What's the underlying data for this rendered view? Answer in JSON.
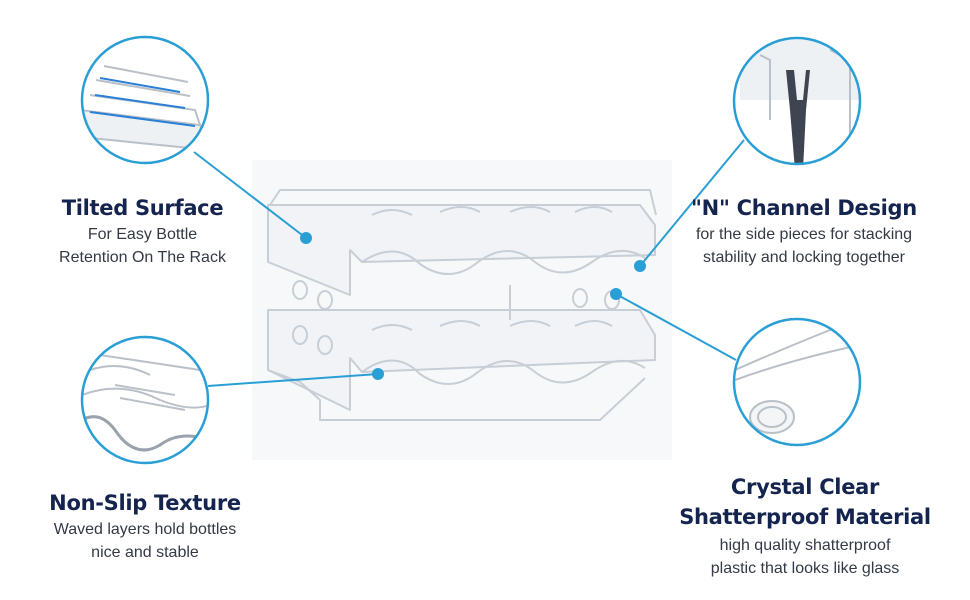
{
  "features": {
    "tilted": {
      "title": "Tilted Surface",
      "line1": "For Easy Bottle",
      "line2": "Retention On The Rack"
    },
    "nonslip": {
      "title": "Non-Slip Texture",
      "line1": "Waved layers hold bottles",
      "line2": "nice and stable"
    },
    "channel": {
      "title": "\"N\" Channel Design",
      "line1": "for the side pieces for stacking",
      "line2": "stability and locking together"
    },
    "crystal": {
      "title_line1": "Crystal Clear",
      "title_line2": "Shatterproof Material",
      "line1": "high quality shatterproof",
      "line2": "plastic that looks like glass"
    }
  },
  "colors": {
    "accent": "#2a9fd6",
    "title": "#14244f",
    "body_text": "#333a45",
    "plastic_edge": "#c8ced6"
  },
  "icons": [
    "tilted-shelf-closeup",
    "wave-texture-closeup",
    "n-channel-closeup",
    "clear-material-closeup",
    "wine-rack-product"
  ]
}
